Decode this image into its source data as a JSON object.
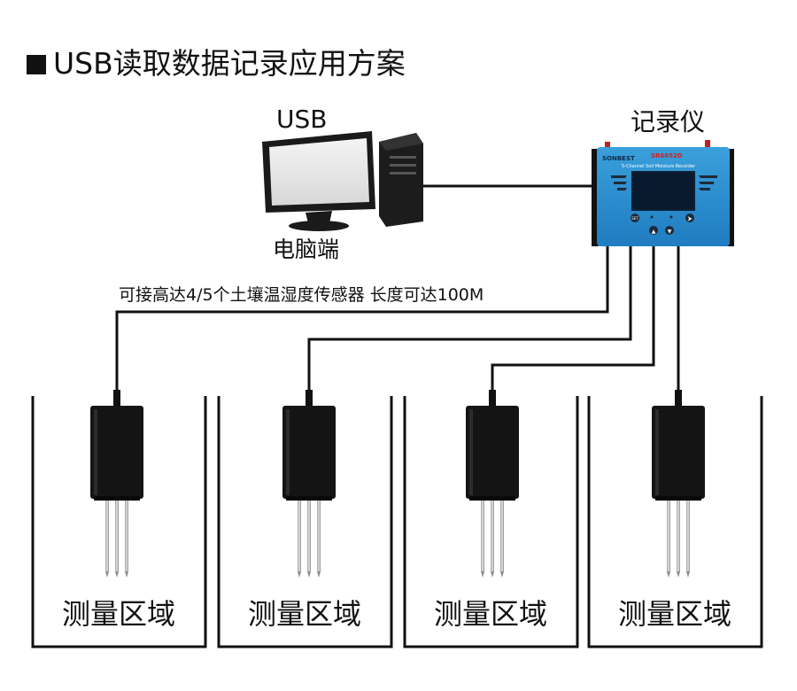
{
  "title": "USB读取数据记录应用方案",
  "computer": {
    "usb_label": "USB",
    "label": "电脑端"
  },
  "recorder": {
    "label": "记录仪",
    "brand": "SONBEST",
    "model": "SR6652D",
    "subtitle": "5-Channel Soil Moisture Recorder",
    "button_set": "SET",
    "button_up_glyph": "▲",
    "button_down_glyph": "▼",
    "button_right_glyph": "⮞",
    "colors": {
      "body": "#2a8ccc",
      "screen": "#0a1a2e",
      "model_text": "#d42020"
    }
  },
  "cable_note": "可接高达4/5个土壤温湿度传感器 长度可达100M",
  "zones": [
    {
      "label": "测量区域"
    },
    {
      "label": "测量区域"
    },
    {
      "label": "测量区域"
    },
    {
      "label": "测量区域"
    }
  ]
}
